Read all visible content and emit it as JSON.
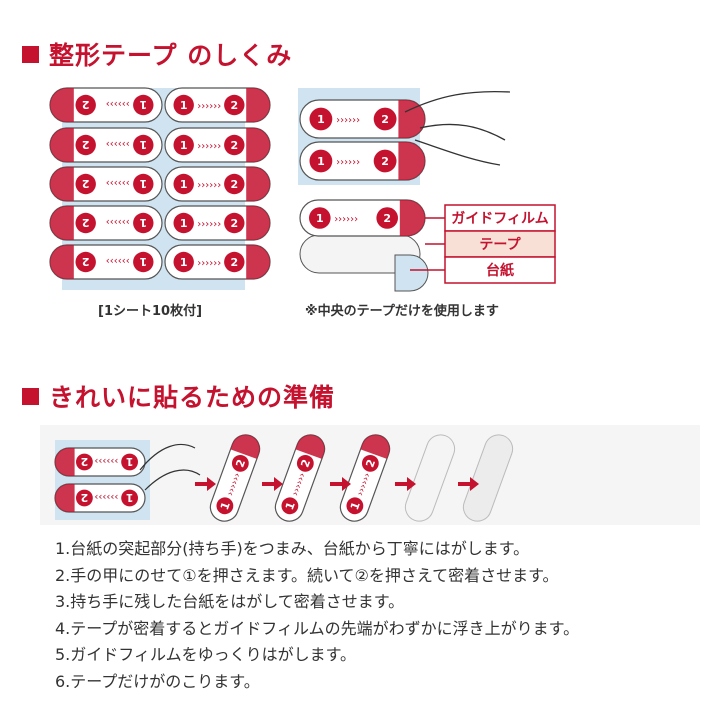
{
  "section1": {
    "title": "整形テープ のしくみ",
    "sheet_caption": "[1シート10枚付]",
    "layer_note": "※中央のテープだけを使用します",
    "layers": [
      "ガイドフィルム",
      "テープ",
      "台紙"
    ],
    "marker_1": "1",
    "marker_2": "2"
  },
  "section2": {
    "title": "きれいに貼るための準備",
    "steps": [
      "1.台紙の突起部分(持ち手)をつまみ、台紙から丁寧にはがします。",
      "2.手の甲にのせて①を押さえます。続いて②を押さえて密着させます。",
      "3.持ち手に残した台紙をはがして密着させます。",
      "4.テープが密着するとガイドフィルムの先端がわずかに浮き上がります。",
      "5.ガイドフィルムをゆっくりはがします。",
      "6.テープだけがのこります。"
    ]
  },
  "colors": {
    "accent": "#c4122f",
    "sheet": "#cfe3f0",
    "tape_label_bg": "#f8e0d6"
  }
}
